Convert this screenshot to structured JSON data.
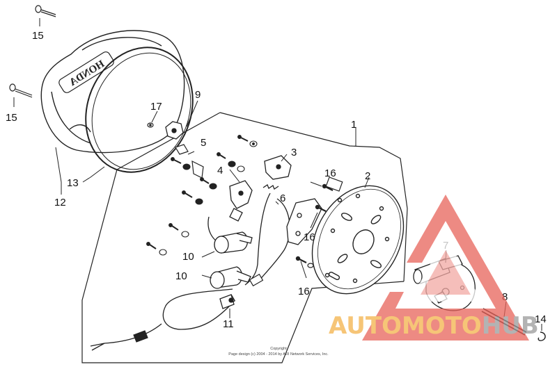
{
  "callouts": {
    "c1": "1",
    "c2": "2",
    "c3": "3",
    "c4": "4",
    "c5": "5",
    "c6": "6",
    "c7": "7",
    "c8": "8",
    "c9": "9",
    "c10a": "10",
    "c10b": "10",
    "c11": "11",
    "c12": "12",
    "c13": "13",
    "c14": "14",
    "c15a": "15",
    "c15b": "15",
    "c16a": "16",
    "c16b": "16",
    "c16c": "16",
    "c17": "17"
  },
  "cover_logo": "HONDA",
  "copyright": {
    "line1": "Copyright",
    "line2": "Page design (c) 2004 - 2014 by ARI Network Services, Inc."
  },
  "watermark": {
    "part1": "AUTOMOTO",
    "part2": "HUB",
    "color_red": "#e8635a",
    "color_orange": "#f3b24a",
    "color_gray": "#9a9a9a"
  }
}
